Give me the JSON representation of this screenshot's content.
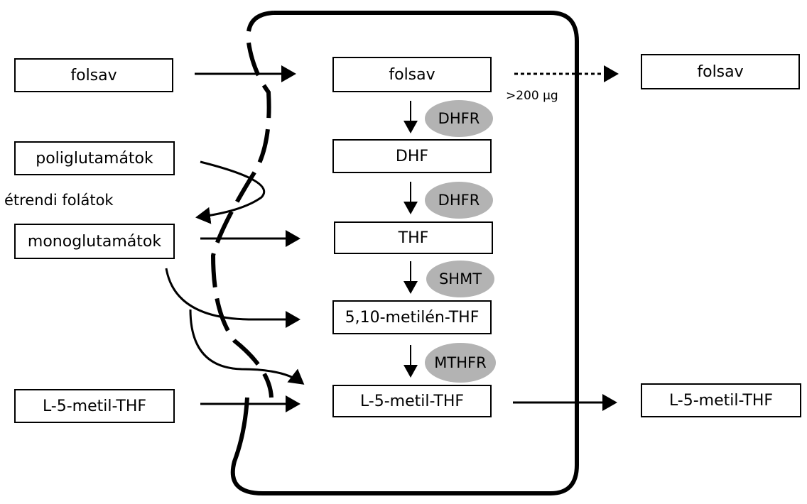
{
  "outside_left": {
    "folsav": "folsav",
    "poliglutamatok": "poliglutamátok",
    "etrendi_folatok": "étrendi folátok",
    "monoglutamatok": "monoglutamátok",
    "l5metilthf": "L-5-metil-THF"
  },
  "cell": {
    "folsav": "folsav",
    "dhf": "DHF",
    "thf": "THF",
    "metilen_thf": "5,10-metilén-THF",
    "l5metilthf": "L-5-metil-THF"
  },
  "enzymes": {
    "dhfr_1": "DHFR",
    "dhfr_2": "DHFR",
    "shmt": "SHMT",
    "mthfr": "MTHFR"
  },
  "outside_right": {
    "folsav": "folsav",
    "threshold": ">200 µg",
    "l5metilthf": "L-5-metil-THF"
  },
  "colors": {
    "line": "#000000",
    "enzyme_fill": "#b3b3b3",
    "box_fill": "#ffffff"
  }
}
